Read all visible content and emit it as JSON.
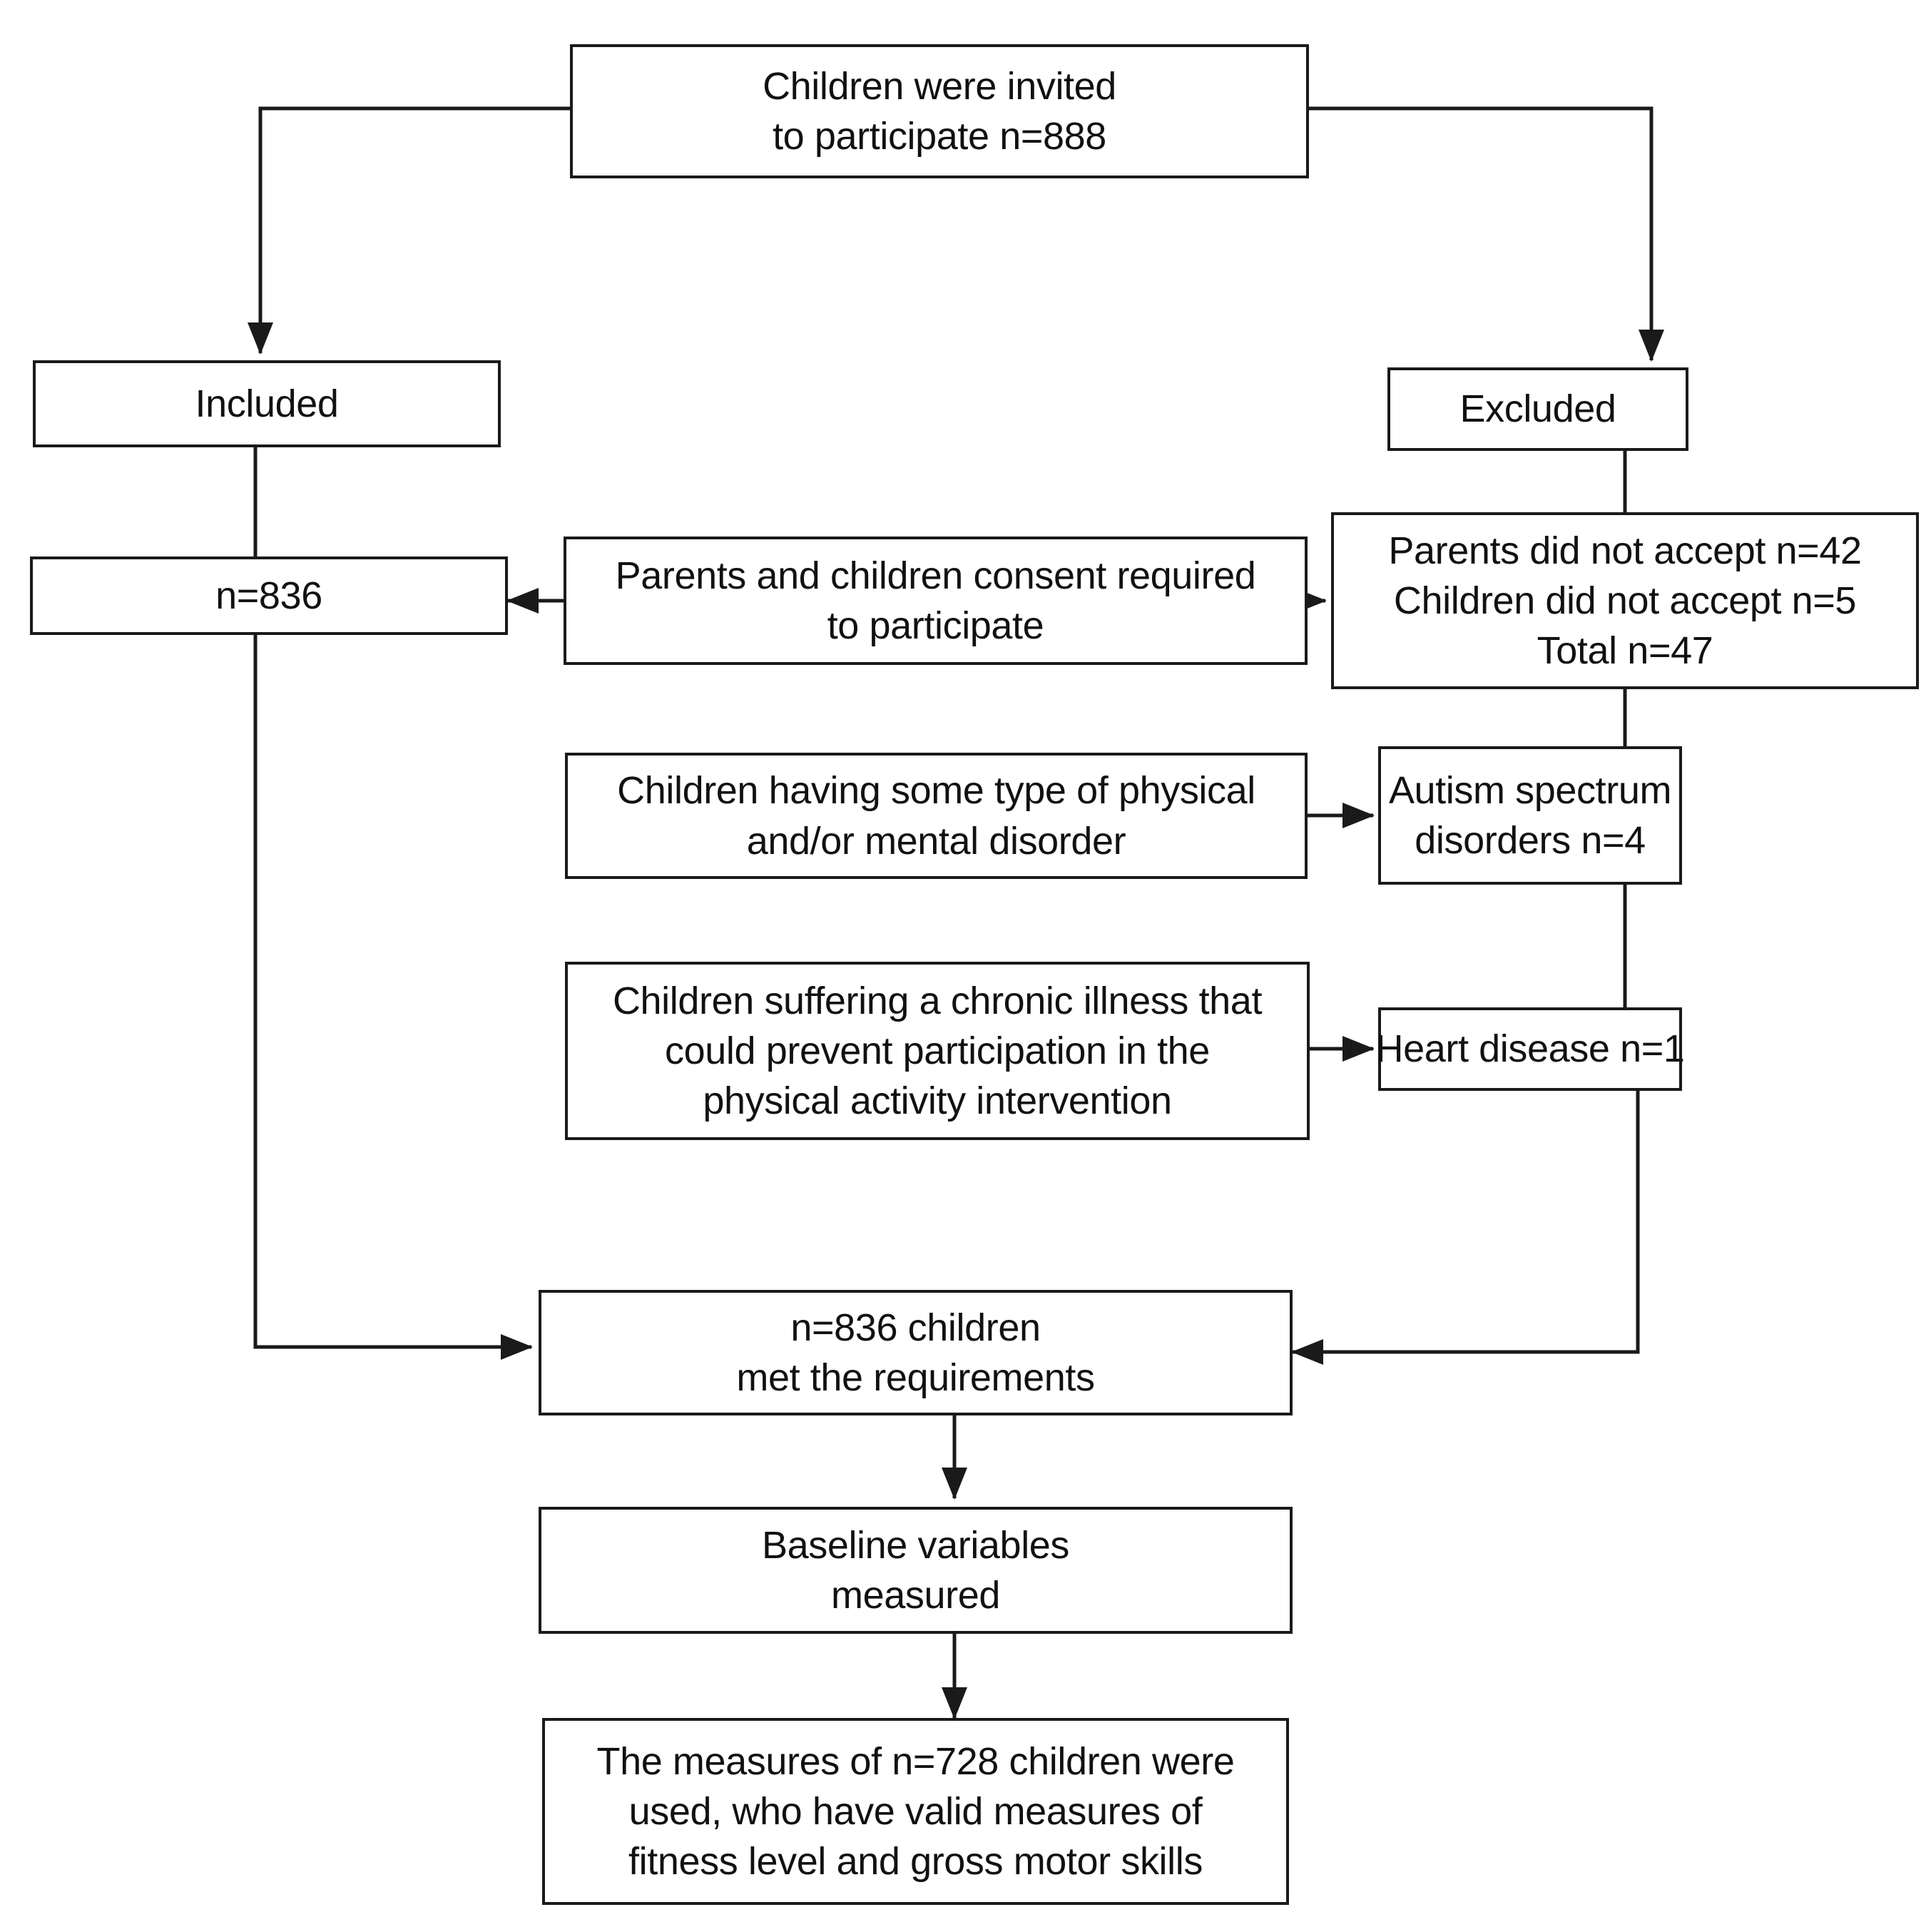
{
  "diagram": {
    "title": "Participant flow diagram",
    "line_color": "#1a1a1a",
    "box_fill": "#ffffff",
    "text_color": "#111111"
  },
  "nodes": {
    "invited": {
      "line1": "Children were invited",
      "line2": "to participate  n=888"
    },
    "included": {
      "line1": "Included"
    },
    "excluded": {
      "line1": "Excluded"
    },
    "included_n": {
      "line1": "n=836"
    },
    "consent_criterion": {
      "line1": "Parents and children consent required",
      "line2": "to participate"
    },
    "not_accept": {
      "line1": "Parents did not accept n=42",
      "line2": "Children did not accept n=5",
      "line3": "Total n=47"
    },
    "disorder_criterion": {
      "line1": "Children having some type of physical",
      "line2": "and/or mental disorder"
    },
    "autism": {
      "line1": "Autism spectrum",
      "line2": "disorders n=4"
    },
    "chronic_criterion": {
      "line1": "Children suffering a chronic illness that",
      "line2": "could prevent participation  in the",
      "line3": "physical activity intervention"
    },
    "heart_disease": {
      "line1": "Heart disease  n=1"
    },
    "met_requirements": {
      "line1": "n=836 children",
      "line2": "met the requirements"
    },
    "baseline": {
      "line1": "Baseline variables",
      "line2": "measured"
    },
    "final_measures": {
      "line1": "The measures of n=728 children were",
      "line2": "used, who have valid measures of",
      "line3": "fitness level and gross motor skills"
    }
  },
  "chart_data": {
    "type": "diagram",
    "title": "Participant flow diagram",
    "nodes": [
      {
        "id": "invited",
        "label": "Children were invited to participate n=888",
        "n": 888
      },
      {
        "id": "included",
        "label": "Included"
      },
      {
        "id": "excluded",
        "label": "Excluded"
      },
      {
        "id": "included_n",
        "label": "n=836",
        "n": 836
      },
      {
        "id": "consent_criterion",
        "label": "Parents and children consent required to participate"
      },
      {
        "id": "not_accept",
        "label": "Parents did not accept n=42 / Children did not accept n=5 / Total n=47",
        "n": 47
      },
      {
        "id": "disorder_criterion",
        "label": "Children having some type of physical and/or mental disorder"
      },
      {
        "id": "autism",
        "label": "Autism spectrum disorders n=4",
        "n": 4
      },
      {
        "id": "chronic_criterion",
        "label": "Children suffering a chronic illness that could prevent participation in the physical activity intervention"
      },
      {
        "id": "heart_disease",
        "label": "Heart disease n=1",
        "n": 1
      },
      {
        "id": "met_requirements",
        "label": "n=836 children met the requirements",
        "n": 836
      },
      {
        "id": "baseline",
        "label": "Baseline variables measured"
      },
      {
        "id": "final_measures",
        "label": "The measures of n=728 children were used, who have valid measures of fitness level and gross motor skills",
        "n": 728
      }
    ],
    "edges": [
      {
        "from": "invited",
        "to": "included",
        "arrow": true
      },
      {
        "from": "invited",
        "to": "excluded",
        "arrow": true
      },
      {
        "from": "included",
        "to": "included_n",
        "arrow": false
      },
      {
        "from": "consent_criterion",
        "to": "included_n",
        "arrow": true
      },
      {
        "from": "consent_criterion",
        "to": "not_accept",
        "arrow": true
      },
      {
        "from": "excluded",
        "to": "not_accept",
        "arrow": false
      },
      {
        "from": "disorder_criterion",
        "to": "autism",
        "arrow": true
      },
      {
        "from": "not_accept",
        "to": "autism",
        "arrow": false
      },
      {
        "from": "chronic_criterion",
        "to": "heart_disease",
        "arrow": true
      },
      {
        "from": "autism",
        "to": "heart_disease",
        "arrow": false
      },
      {
        "from": "included_n",
        "to": "met_requirements",
        "arrow": true
      },
      {
        "from": "heart_disease",
        "to": "met_requirements",
        "arrow": true
      },
      {
        "from": "met_requirements",
        "to": "baseline",
        "arrow": true
      },
      {
        "from": "baseline",
        "to": "final_measures",
        "arrow": true
      }
    ]
  }
}
